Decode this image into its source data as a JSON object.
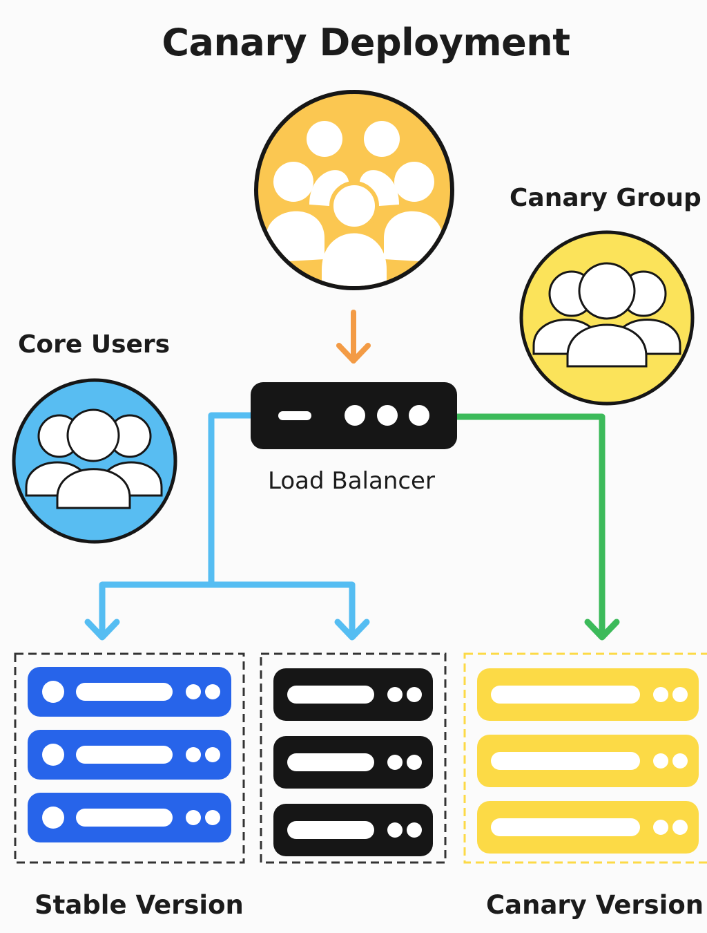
{
  "title": "Canary Deployment",
  "nodes": {
    "all_users": {
      "label": "",
      "color": "#fbc751"
    },
    "canary_group": {
      "label": "Canary Group",
      "color": "#fbe35a"
    },
    "core_users": {
      "label": "Core Users",
      "color": "#58bdf2"
    },
    "load_balancer": {
      "label": "Load Balancer",
      "color": "#161616"
    },
    "stable_servers_a": {
      "label": "Stable Version",
      "color": "#2764ea",
      "server_count": 3
    },
    "stable_servers_b": {
      "label": "",
      "color": "#161616",
      "server_count": 3
    },
    "canary_servers": {
      "label": "Canary Version",
      "color": "#fcda46",
      "server_count": 3
    }
  },
  "edges": [
    {
      "from": "all_users",
      "to": "load_balancer",
      "color": "#f39b45"
    },
    {
      "from": "load_balancer",
      "to": "stable_servers_a",
      "color": "#55bdf2"
    },
    {
      "from": "load_balancer",
      "to": "stable_servers_b",
      "color": "#55bdf2"
    },
    {
      "from": "load_balancer",
      "to": "canary_servers",
      "color": "#3cba5a"
    }
  ]
}
